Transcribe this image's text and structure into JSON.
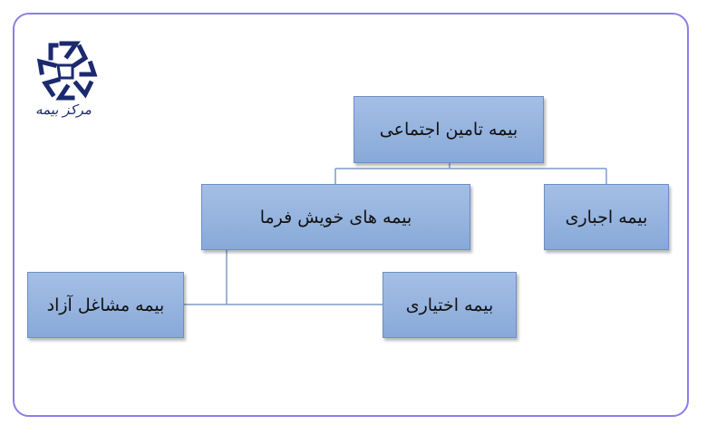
{
  "logo": {
    "caption": "مرکز بیمه",
    "icon": "insurance-center-logo"
  },
  "diagram": {
    "root": "بیمه تامین اجتماعی",
    "self_employed": "بیمه های خویش فرما",
    "compulsory": "بیمه اجباری",
    "freelance": "بیمه مشاغل آزاد",
    "optional": "بیمه اختیاری"
  },
  "colors": {
    "frame_border": "#8b7fe6",
    "node_fill": "#95b3df",
    "node_border": "#6d8fc4",
    "connector": "#7f9cc8",
    "logo": "#1b2a6e"
  }
}
